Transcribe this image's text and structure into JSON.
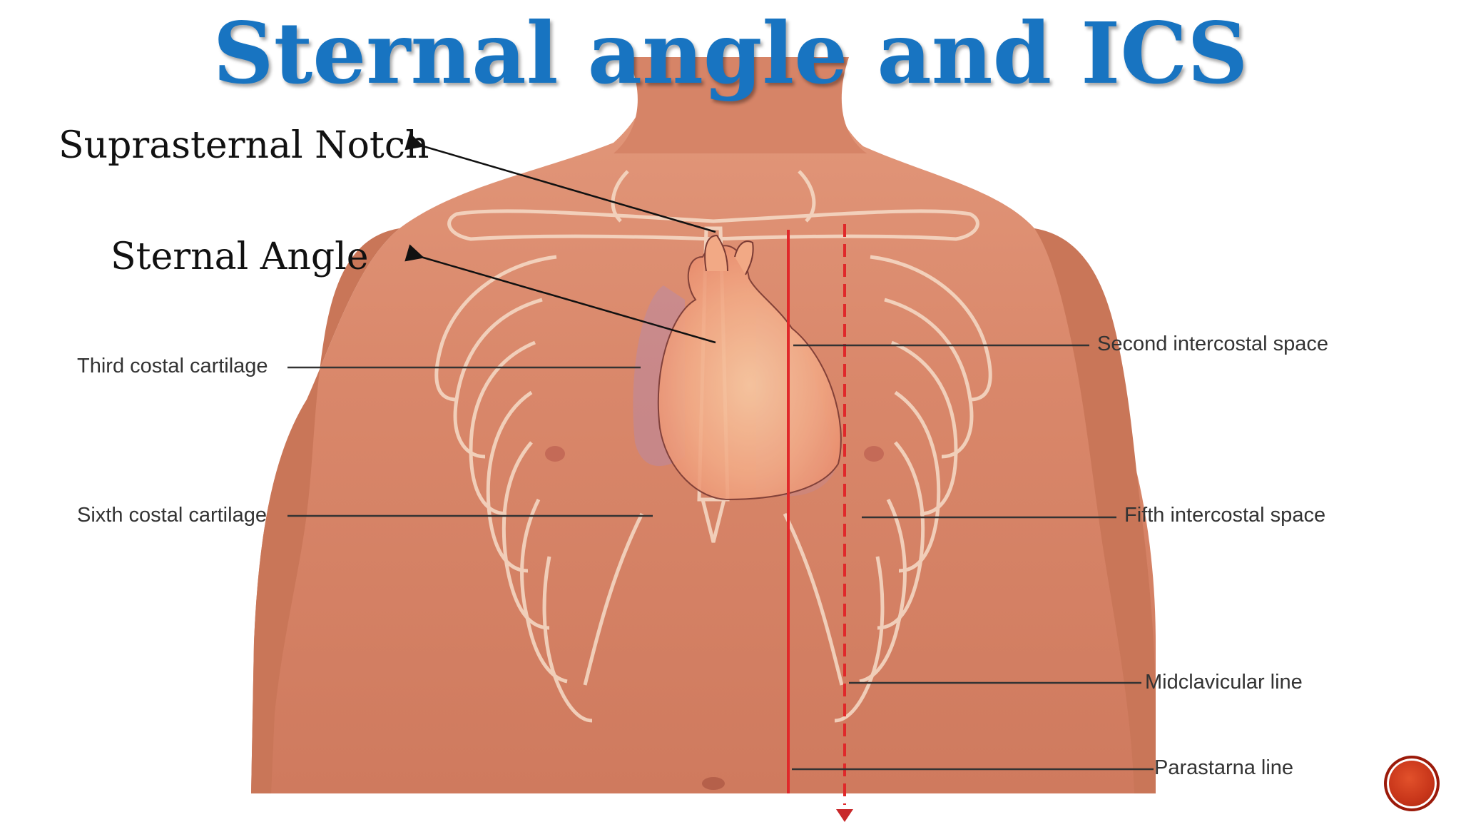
{
  "slide": {
    "title": "Sternal angle and ICS"
  },
  "callouts": {
    "suprasternal_notch": "Suprasternal Notch",
    "sternal_angle": "Sternal Angle"
  },
  "labels": {
    "third_costal_cartilage": "Third costal cartilage",
    "sixth_costal_cartilage": "Sixth costal cartilage",
    "second_intercostal_space": "Second intercostal space",
    "fifth_intercostal_space": "Fifth intercostal space",
    "midclavicular_line": "Midclavicular line",
    "parasternal_line": "Parastarna line"
  },
  "colors": {
    "title": "#1874c1",
    "skin": "#d98a6c",
    "rib_outline": "#f6dcc8",
    "heart": "#f0a27e",
    "reference_line": "#e0282a",
    "leader_line": "#333333",
    "nav_button": "#c8361a"
  },
  "icons": {
    "nav_button": "next-slide-button"
  }
}
